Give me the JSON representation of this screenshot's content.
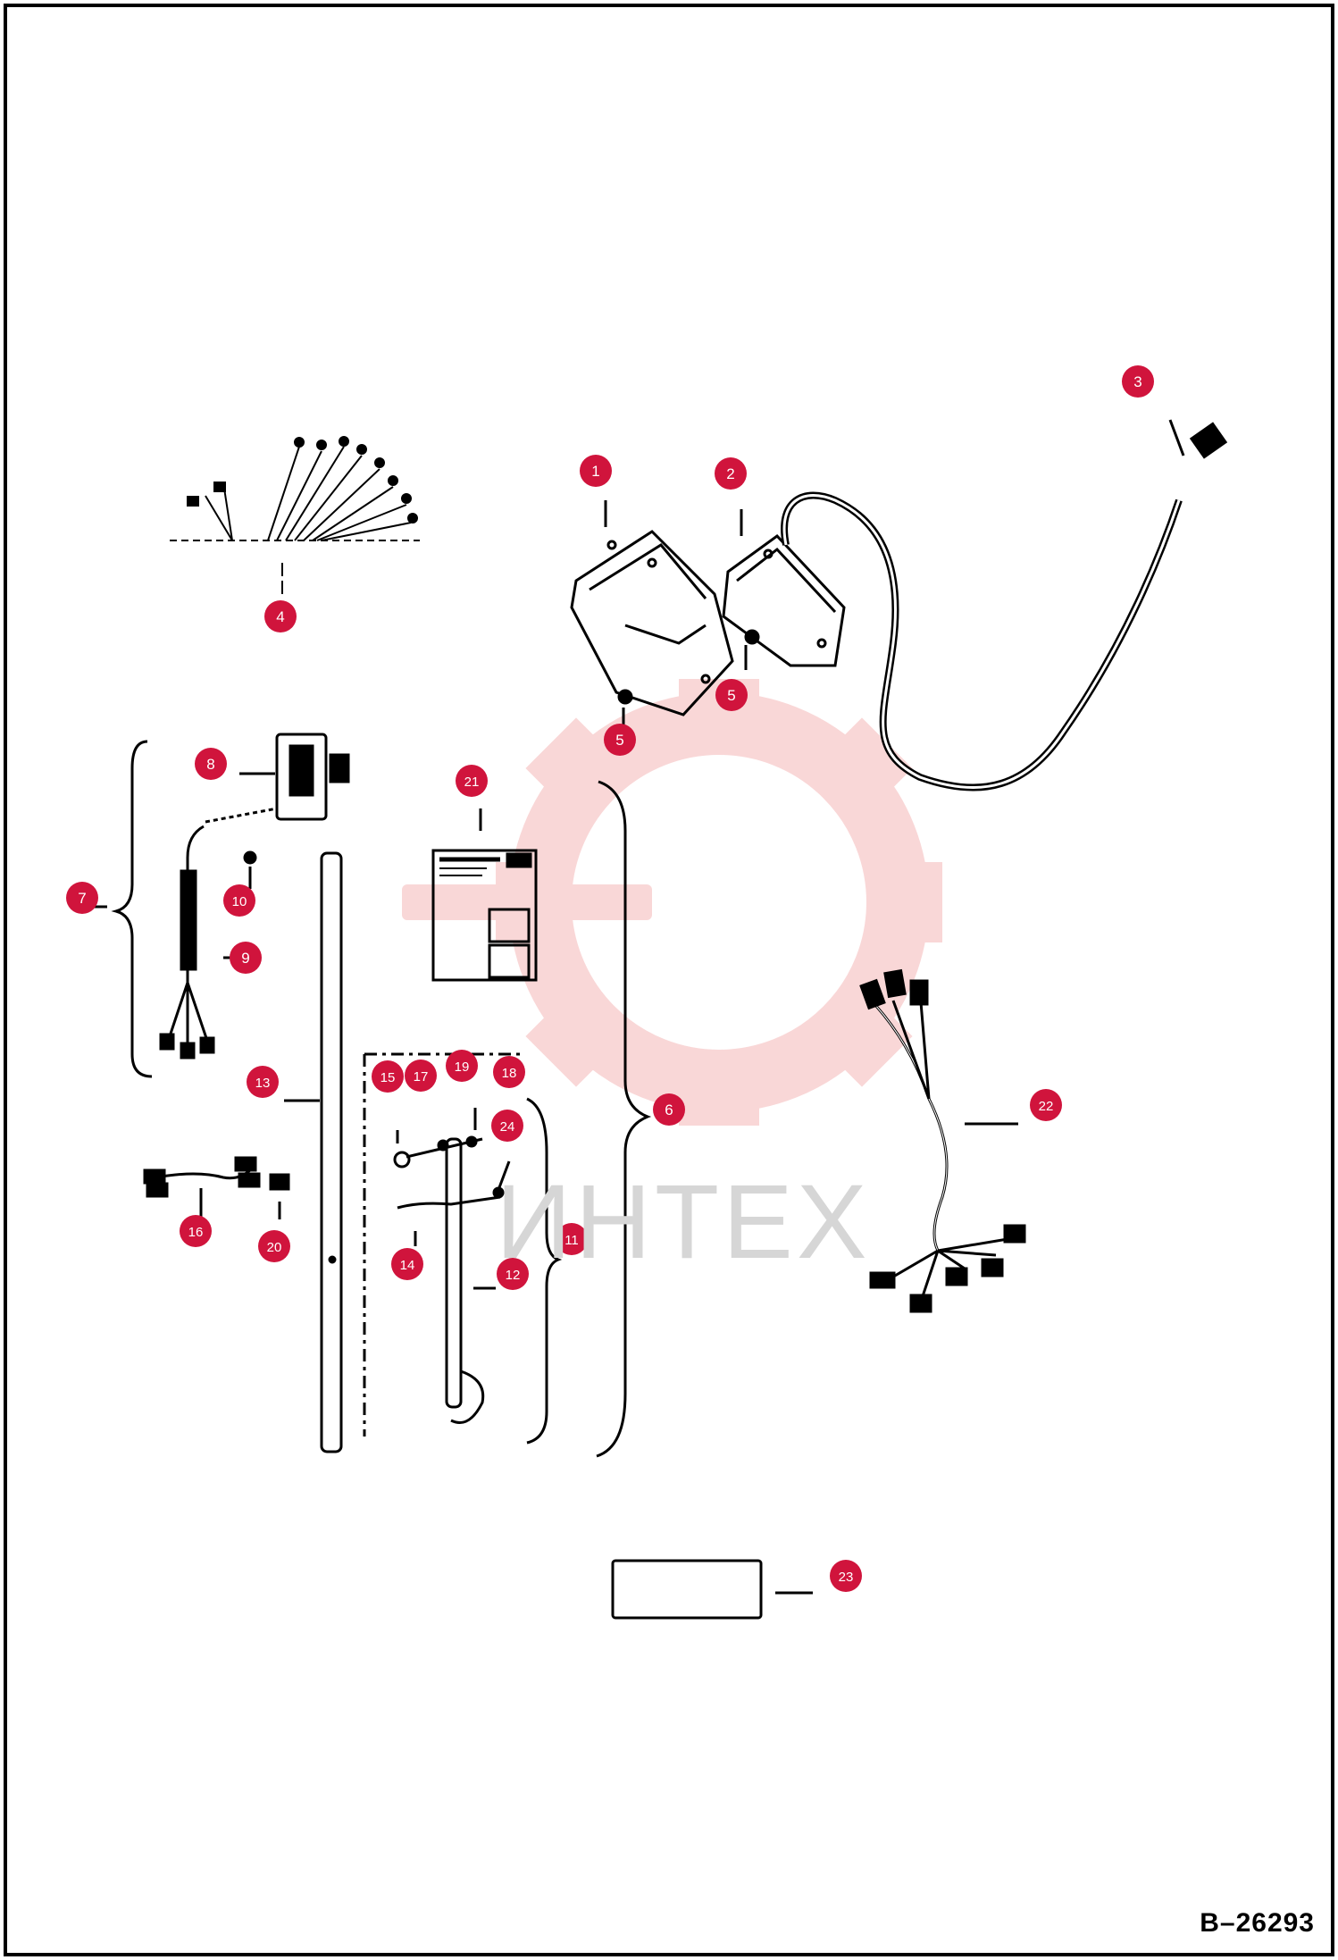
{
  "drawing_number": "B–26293",
  "watermark_text": "ИНТЕХ",
  "colors": {
    "callout_fill": "#d0143c",
    "callout_text": "#ffffff",
    "line": "#000000",
    "watermark": "#f4b6b6"
  },
  "callouts": [
    {
      "id": "1",
      "label": "1"
    },
    {
      "id": "2",
      "label": "2"
    },
    {
      "id": "3",
      "label": "3"
    },
    {
      "id": "4",
      "label": "4"
    },
    {
      "id": "5a",
      "label": "5"
    },
    {
      "id": "5b",
      "label": "5"
    },
    {
      "id": "6",
      "label": "6"
    },
    {
      "id": "7",
      "label": "7"
    },
    {
      "id": "8",
      "label": "8"
    },
    {
      "id": "9",
      "label": "9"
    },
    {
      "id": "10",
      "label": "10"
    },
    {
      "id": "11",
      "label": "11"
    },
    {
      "id": "12",
      "label": "12"
    },
    {
      "id": "13",
      "label": "13"
    },
    {
      "id": "14",
      "label": "14"
    },
    {
      "id": "15",
      "label": "15"
    },
    {
      "id": "16",
      "label": "16"
    },
    {
      "id": "17",
      "label": "17"
    },
    {
      "id": "18",
      "label": "18"
    },
    {
      "id": "19",
      "label": "19"
    },
    {
      "id": "20",
      "label": "20"
    },
    {
      "id": "21",
      "label": "21"
    },
    {
      "id": "22",
      "label": "22"
    },
    {
      "id": "23",
      "label": "23"
    },
    {
      "id": "24",
      "label": "24"
    }
  ]
}
